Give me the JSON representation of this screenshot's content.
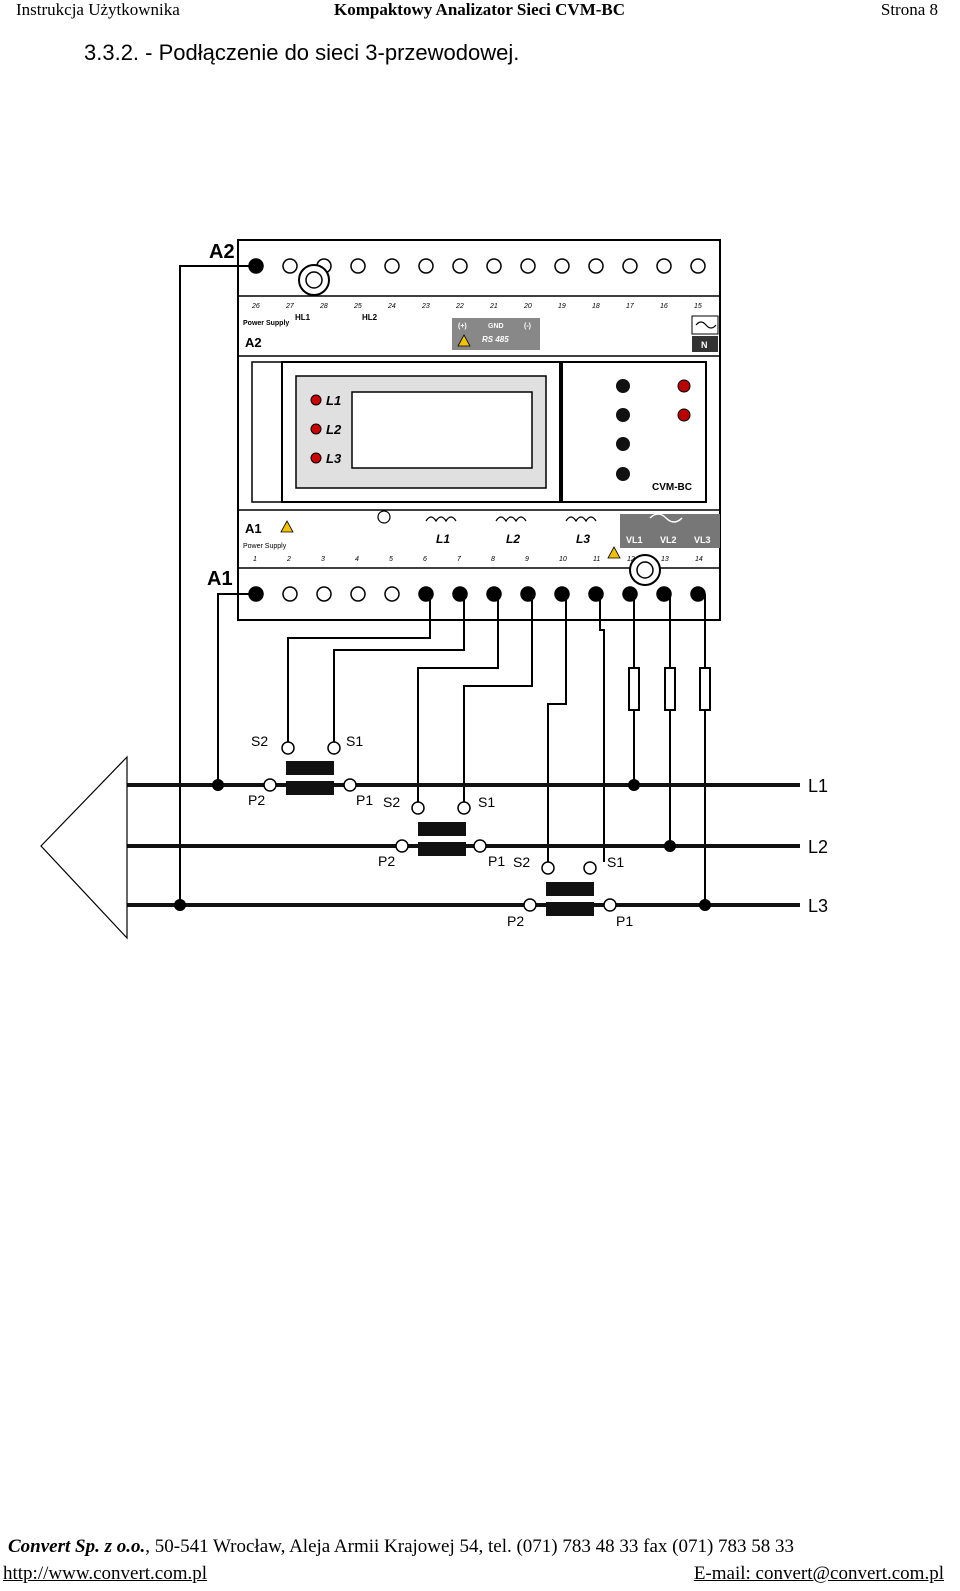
{
  "header": {
    "left": "Instrukcja Użytkownika",
    "center": "Kompaktowy Analizator Sieci CVM-BC",
    "right": "Strona  8"
  },
  "section_title": "3.3.2. - Podłączenie do sieci 3-przewodowej.",
  "diagram": {
    "device_top_label": "A2",
    "device_bottom_label": "A1",
    "power_supply_label": "Power Supply",
    "power_supply_bottom_label": "Power Supply",
    "terminal_a2": "A2",
    "terminal_a1": "A1",
    "top_terminal_numbers": [
      "26",
      "27",
      "28",
      "25",
      "24",
      "23",
      "22",
      "21",
      "20",
      "19",
      "18",
      "17",
      "16",
      "15"
    ],
    "bottom_terminal_numbers": [
      "1",
      "2",
      "3",
      "4",
      "5",
      "6",
      "7",
      "8",
      "9",
      "10",
      "11",
      "12",
      "13",
      "14"
    ],
    "relay_labels": [
      "HL1",
      "HL2"
    ],
    "rs485_plus": "(+)",
    "rs485_gnd": "GND",
    "rs485_minus": "(-)",
    "rs485_label": "RS 485",
    "neutral_label": "N",
    "led_labels": [
      "L1",
      "L2",
      "L3"
    ],
    "model_label": "CVM-BC",
    "ct_input_labels": [
      "L1",
      "L2",
      "L3"
    ],
    "voltage_labels": [
      "VL1",
      "VL2",
      "VL3"
    ],
    "ct_terminals": [
      "S2",
      "S1",
      "S2",
      "S1",
      "S2",
      "S1"
    ],
    "lines": [
      "L1",
      "L2",
      "L3"
    ],
    "ct1": {
      "s2": "S2",
      "s1": "S1",
      "p2": "P2",
      "p1": "P1"
    },
    "ct2": {
      "s2": "S2",
      "s1": "S1",
      "p2": "P2",
      "p1": "P1"
    },
    "ct3": {
      "s2": "S2",
      "s1": "S1",
      "p2": "P2",
      "p1": "P1"
    }
  },
  "footer": {
    "company": "Convert Sp. z o.o.",
    "address": ", 50-541 Wrocław, Aleja Armii Krajowej 54,  tel. (071) 783 48 33  fax (071) 783 58 33",
    "website": "http://www.convert.com.pl",
    "email": "E-mail: convert@convert.com.pl"
  }
}
